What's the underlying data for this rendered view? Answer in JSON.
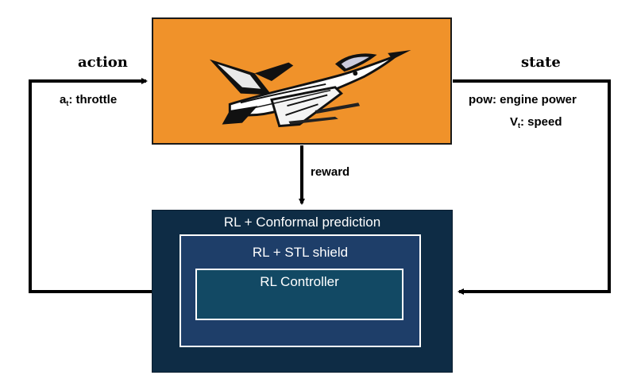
{
  "environment": {
    "icon": "fighter-jet-icon",
    "background_color": "#F0922A"
  },
  "labels": {
    "action": "action",
    "state": "state",
    "reward": "reward",
    "action_var": "a",
    "action_sub": "t",
    "action_desc": ": throttle",
    "state_pow": "pow: engine power",
    "state_speed_var": "V",
    "state_speed_sub": "t",
    "state_speed_desc": ": speed"
  },
  "agent": {
    "outer_title": "RL + Conformal prediction",
    "middle_title": "RL + STL shield",
    "inner_title": "RL Controller",
    "colors": {
      "outer": "#0E2C45",
      "middle": "#1E3E69",
      "inner": "#124964"
    }
  }
}
